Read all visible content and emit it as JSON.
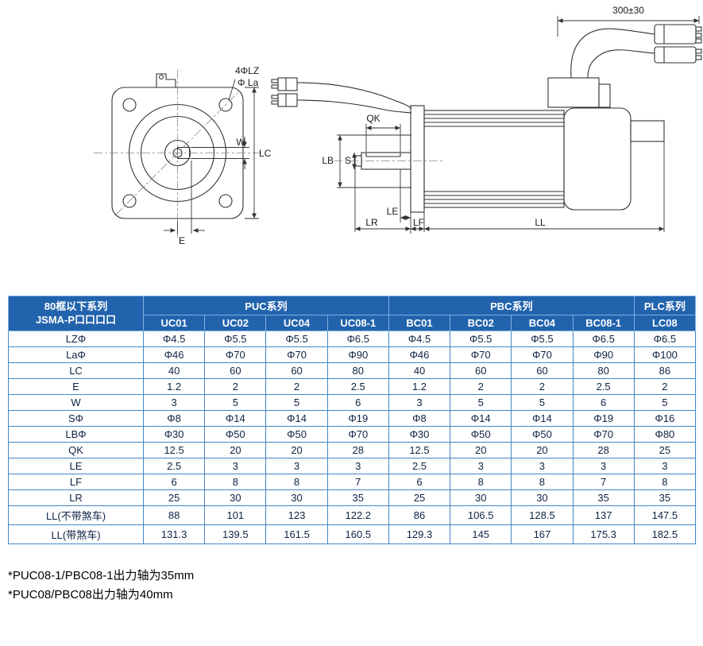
{
  "diagram": {
    "front_view": {
      "hole_label": "4ΦLZ",
      "bolt_circle_label": "Φ La",
      "key_width_label": "W",
      "frame_label": "LC",
      "offset_label": "E"
    },
    "side_view": {
      "cable_length_label": "300±30",
      "key_length_label": "QK",
      "pilot_label": "LB",
      "shaft_label": "S",
      "le_label": "LE",
      "lr_label": "LR",
      "lf_label": "LF",
      "ll_label": "LL"
    }
  },
  "table": {
    "header": {
      "series_line1": "80框以下系列",
      "series_line2": "JSMA-P口口口口",
      "groups": [
        {
          "label": "PUC系列",
          "span": 4
        },
        {
          "label": "PBC系列",
          "span": 4
        },
        {
          "label": "PLC系列",
          "span": 1
        }
      ],
      "models": [
        "UC01",
        "UC02",
        "UC04",
        "UC08-1",
        "BC01",
        "BC02",
        "BC04",
        "BC08-1",
        "LC08"
      ]
    },
    "rows": [
      {
        "param": "LZΦ",
        "values": [
          "Φ4.5",
          "Φ5.5",
          "Φ5.5",
          "Φ6.5",
          "Φ4.5",
          "Φ5.5",
          "Φ5.5",
          "Φ6.5",
          "Φ6.5"
        ]
      },
      {
        "param": "LaΦ",
        "values": [
          "Φ46",
          "Φ70",
          "Φ70",
          "Φ90",
          "Φ46",
          "Φ70",
          "Φ70",
          "Φ90",
          "Φ100"
        ]
      },
      {
        "param": "LC",
        "values": [
          "40",
          "60",
          "60",
          "80",
          "40",
          "60",
          "60",
          "80",
          "86"
        ]
      },
      {
        "param": "E",
        "values": [
          "1.2",
          "2",
          "2",
          "2.5",
          "1.2",
          "2",
          "2",
          "2.5",
          "2"
        ]
      },
      {
        "param": "W",
        "values": [
          "3",
          "5",
          "5",
          "6",
          "3",
          "5",
          "5",
          "6",
          "5"
        ]
      },
      {
        "param": "SΦ",
        "values": [
          "Φ8",
          "Φ14",
          "Φ14",
          "Φ19",
          "Φ8",
          "Φ14",
          "Φ14",
          "Φ19",
          "Φ16"
        ]
      },
      {
        "param": "LBΦ",
        "values": [
          "Φ30",
          "Φ50",
          "Φ50",
          "Φ70",
          "Φ30",
          "Φ50",
          "Φ50",
          "Φ70",
          "Φ80"
        ]
      },
      {
        "param": "QK",
        "values": [
          "12.5",
          "20",
          "20",
          "28",
          "12.5",
          "20",
          "20",
          "28",
          "25"
        ]
      },
      {
        "param": "LE",
        "values": [
          "2.5",
          "3",
          "3",
          "3",
          "2.5",
          "3",
          "3",
          "3",
          "3"
        ]
      },
      {
        "param": "LF",
        "values": [
          "6",
          "8",
          "8",
          "7",
          "6",
          "8",
          "8",
          "7",
          "8"
        ]
      },
      {
        "param": "LR",
        "values": [
          "25",
          "30",
          "30",
          "35",
          "25",
          "30",
          "30",
          "35",
          "35"
        ]
      },
      {
        "param": "LL(不带煞车)",
        "values": [
          "88",
          "101",
          "123",
          "122.2",
          "86",
          "106.5",
          "128.5",
          "137",
          "147.5"
        ]
      },
      {
        "param": "LL(带煞车)",
        "values": [
          "131.3",
          "139.5",
          "161.5",
          "160.5",
          "129.3",
          "145",
          "167",
          "175.3",
          "182.5"
        ]
      }
    ]
  },
  "notes": [
    "*PUC08-1/PBC08-1出力轴为35mm",
    "*PUC08/PBC08出力轴为40mm"
  ]
}
